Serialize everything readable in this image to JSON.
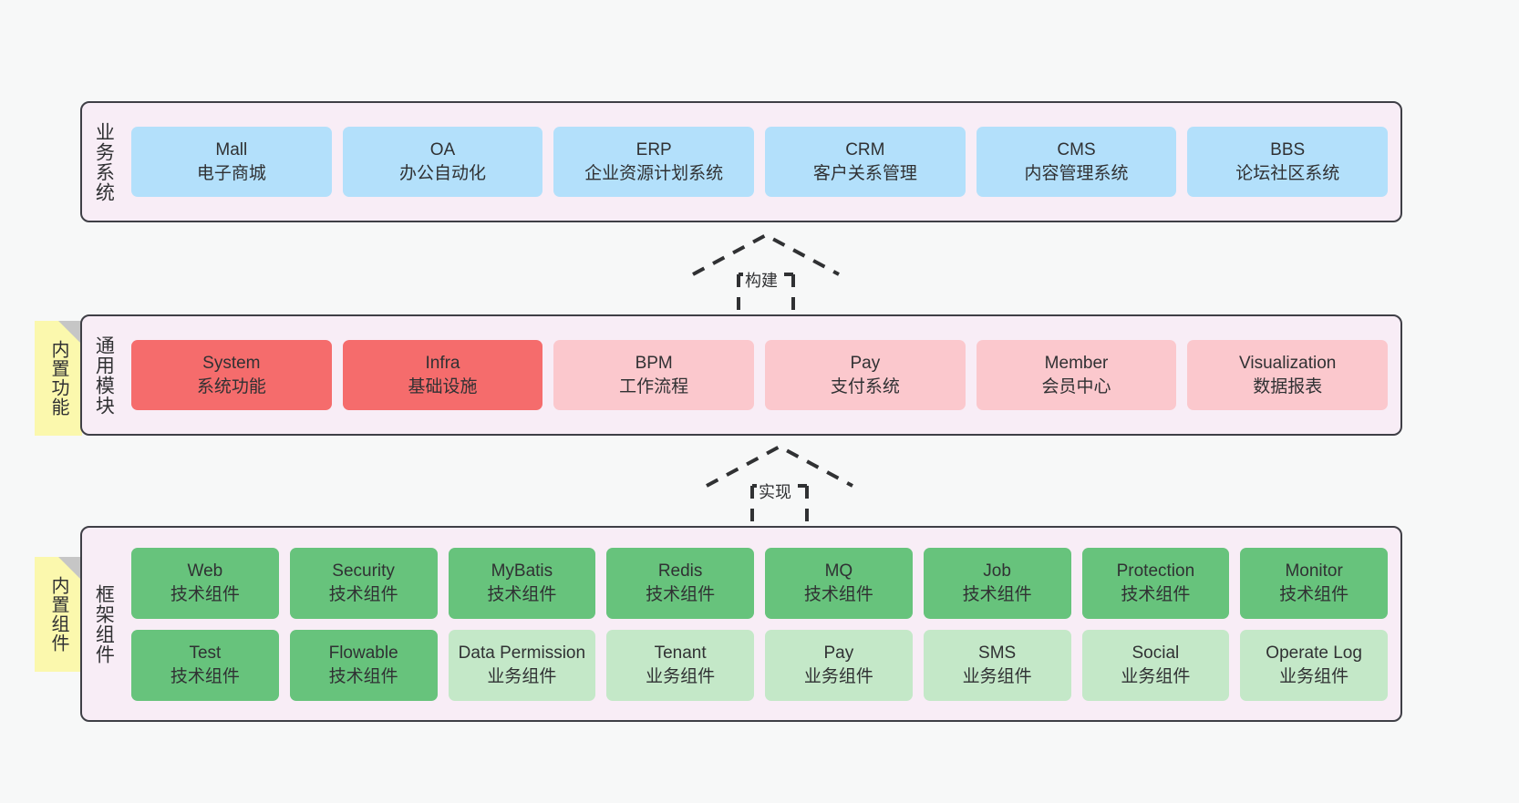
{
  "layers": [
    {
      "id": "business",
      "title": "业务系统",
      "cards": [
        {
          "en": "Mall",
          "cn": "电子商城",
          "color": "c-blue"
        },
        {
          "en": "OA",
          "cn": "办公自动化",
          "color": "c-blue"
        },
        {
          "en": "ERP",
          "cn": "企业资源计划系统",
          "color": "c-blue"
        },
        {
          "en": "CRM",
          "cn": "客户关系管理",
          "color": "c-blue"
        },
        {
          "en": "CMS",
          "cn": "内容管理系统",
          "color": "c-blue"
        },
        {
          "en": "BBS",
          "cn": "论坛社区系统",
          "color": "c-blue"
        }
      ]
    },
    {
      "id": "common",
      "title": "通用模块",
      "sticky": "内置功能",
      "cards": [
        {
          "en": "System",
          "cn": "系统功能",
          "color": "c-red"
        },
        {
          "en": "Infra",
          "cn": "基础设施",
          "color": "c-red"
        },
        {
          "en": "BPM",
          "cn": "工作流程",
          "color": "c-pink"
        },
        {
          "en": "Pay",
          "cn": "支付系统",
          "color": "c-pink"
        },
        {
          "en": "Member",
          "cn": "会员中心",
          "color": "c-pink"
        },
        {
          "en": "Visualization",
          "cn": "数据报表",
          "color": "c-pink"
        }
      ]
    },
    {
      "id": "framework",
      "title": "框架组件",
      "sticky": "内置组件",
      "row1": [
        {
          "en": "Web",
          "cn": "技术组件",
          "color": "c-green"
        },
        {
          "en": "Security",
          "cn": "技术组件",
          "color": "c-green"
        },
        {
          "en": "MyBatis",
          "cn": "技术组件",
          "color": "c-green"
        },
        {
          "en": "Redis",
          "cn": "技术组件",
          "color": "c-green"
        },
        {
          "en": "MQ",
          "cn": "技术组件",
          "color": "c-green"
        },
        {
          "en": "Job",
          "cn": "技术组件",
          "color": "c-green"
        },
        {
          "en": "Protection",
          "cn": "技术组件",
          "color": "c-green"
        },
        {
          "en": "Monitor",
          "cn": "技术组件",
          "color": "c-green"
        }
      ],
      "row2": [
        {
          "en": "Test",
          "cn": "技术组件",
          "color": "c-green"
        },
        {
          "en": "Flowable",
          "cn": "技术组件",
          "color": "c-green"
        },
        {
          "en": "Data Permission",
          "cn": "业务组件",
          "color": "c-lightgreen",
          "wrap": true
        },
        {
          "en": "Tenant",
          "cn": "业务组件",
          "color": "c-lightgreen"
        },
        {
          "en": "Pay",
          "cn": "业务组件",
          "color": "c-lightgreen"
        },
        {
          "en": "SMS",
          "cn": "业务组件",
          "color": "c-lightgreen"
        },
        {
          "en": "Social",
          "cn": "业务组件",
          "color": "c-lightgreen"
        },
        {
          "en": "Operate Log",
          "cn": "业务组件",
          "color": "c-lightgreen"
        }
      ]
    }
  ],
  "arrows": [
    {
      "id": "build",
      "label": "构建"
    },
    {
      "id": "impl",
      "label": "实现"
    }
  ],
  "colors": {
    "blue": "#b3e0fb",
    "red": "#f56c6c",
    "pink": "#fbc8cd",
    "green": "#67c37c",
    "lightgreen": "#c4e8c8",
    "panel": "#f8edf6",
    "sticky": "#fbf8ad",
    "border": "#3f3f46",
    "background": "#f7f8f8"
  }
}
